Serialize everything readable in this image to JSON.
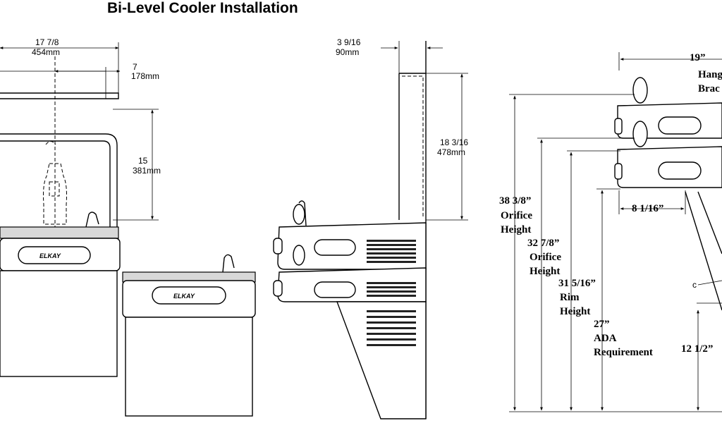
{
  "title": "Bi-Level Cooler Installation",
  "brand": "ELKAY",
  "front_view": {
    "width_in": "17 7/8",
    "width_mm": "454mm",
    "offset_in": "7",
    "offset_mm": "178mm",
    "height_in": "15",
    "height_mm": "381mm"
  },
  "side_view": {
    "depth_in": "3 9/16",
    "depth_mm": "90mm",
    "height_in": "18 3/16",
    "height_mm": "478mm"
  },
  "detail_view": {
    "bracket_width": "19”",
    "hanger_bracket_line1": "Hang",
    "hanger_bracket_line2": "Brac",
    "offset": "8 1/16”",
    "high_orifice_value": "38 3/8”",
    "high_orifice_line1": "Orifice",
    "high_orifice_line2": "Height",
    "low_orifice_value": "32 7/8”",
    "low_orifice_line1": "Orifice",
    "low_orifice_line2": "Height",
    "rim_value": "31 5/16”",
    "rim_line1": "Rim",
    "rim_line2": "Height",
    "ada_value": "27”",
    "ada_line1": "ADA",
    "ada_line2": "Requirement",
    "knee_value": "12 1/2”",
    "c_label": "c"
  }
}
